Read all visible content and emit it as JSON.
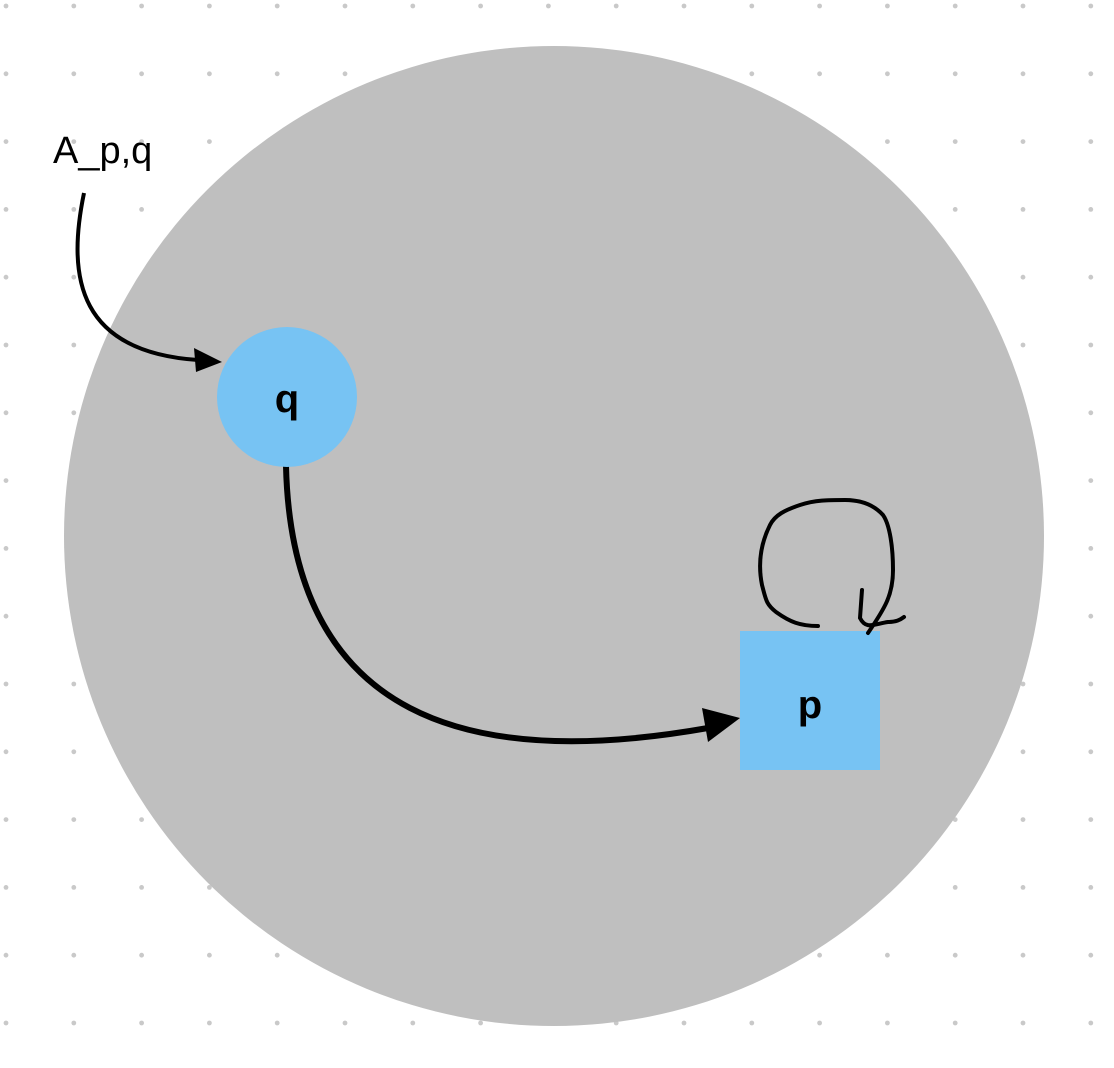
{
  "diagram": {
    "labels": {
      "automaton": "A_p,q"
    },
    "nodes": [
      {
        "id": "q",
        "label": "q",
        "shape": "circle"
      },
      {
        "id": "p",
        "label": "p",
        "shape": "square"
      }
    ],
    "edges": [
      {
        "from": "start",
        "to": "q"
      },
      {
        "from": "q",
        "to": "p"
      },
      {
        "from": "p",
        "to": "p"
      }
    ],
    "colors": {
      "region": "#bfbfbf",
      "node": "#77c3f3",
      "edge": "#000000",
      "grid_dot": "#c9c9c9",
      "background": "#ffffff"
    }
  }
}
